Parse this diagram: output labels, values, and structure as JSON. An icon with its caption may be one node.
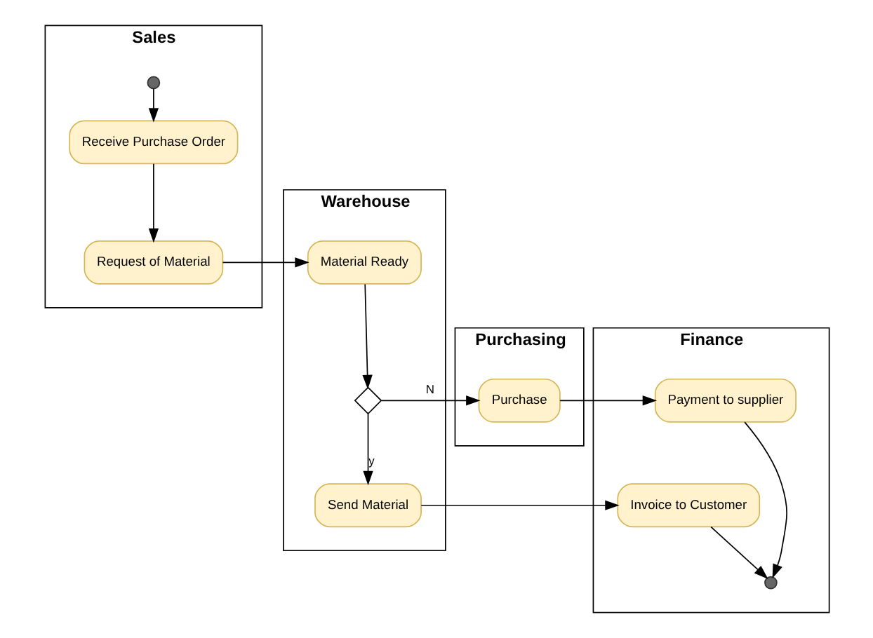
{
  "diagram": {
    "nodes": [
      {
        "text": [
          "Sales"
        ]
      },
      {
        "text": [
          "Warehouse"
        ]
      },
      {
        "text": [
          "Purchasing"
        ]
      },
      {
        "text": [
          "Finance"
        ]
      },
      {
        "text": [],
        "shape": "circle",
        "in": 0
      },
      {
        "text": [
          "Receive Purchase Order"
        ],
        "in": 0
      },
      {
        "text": [
          "Request of Material"
        ],
        "in": 0
      },
      {
        "text": [
          "Material Ready"
        ],
        "in": 1
      },
      {
        "text": [],
        "shape": "diamond",
        "in": 1
      },
      {
        "text": [
          "Send Material"
        ],
        "in": 1
      },
      {
        "text": [
          "Purchase"
        ],
        "in": 2
      },
      {
        "text": [
          "Payment to supplier"
        ],
        "in": 3
      },
      {
        "text": [],
        "shape": "circle",
        "in": 3
      },
      {
        "text": [
          "Invoice to Customer"
        ],
        "in": 3
      }
    ],
    "edges": [
      {
        "from": 4,
        "to": 5,
        "arrow": "to"
      },
      {
        "from": 5,
        "to": 6,
        "arrow": "to"
      },
      {
        "from": 6,
        "to": 7,
        "arrow": "to"
      },
      {
        "from": 7,
        "to": 8,
        "arrow": "to"
      },
      {
        "from": 8,
        "to": 10,
        "label": "N",
        "arrow": "to"
      },
      {
        "from": 8,
        "to": 9,
        "label": "y",
        "arrow": "to"
      },
      {
        "from": 10,
        "to": 11,
        "arrow": "to"
      },
      {
        "from": 11,
        "to": 12,
        "arrow": "to"
      },
      {
        "from": 13,
        "to": 12,
        "arrow": "to"
      },
      {
        "from": 9,
        "to": 13,
        "arrow": "to"
      }
    ]
  }
}
